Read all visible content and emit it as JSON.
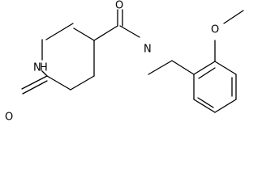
{
  "molecule": {
    "atoms": {
      "carbonyl_o": "O",
      "amide_n": "N",
      "ring_nh_n": "N",
      "ring_nh_h": "H",
      "keto_o": "O",
      "methoxy_o": "O"
    }
  },
  "colors": {
    "bond": "#000000",
    "background": "#ffffff"
  }
}
